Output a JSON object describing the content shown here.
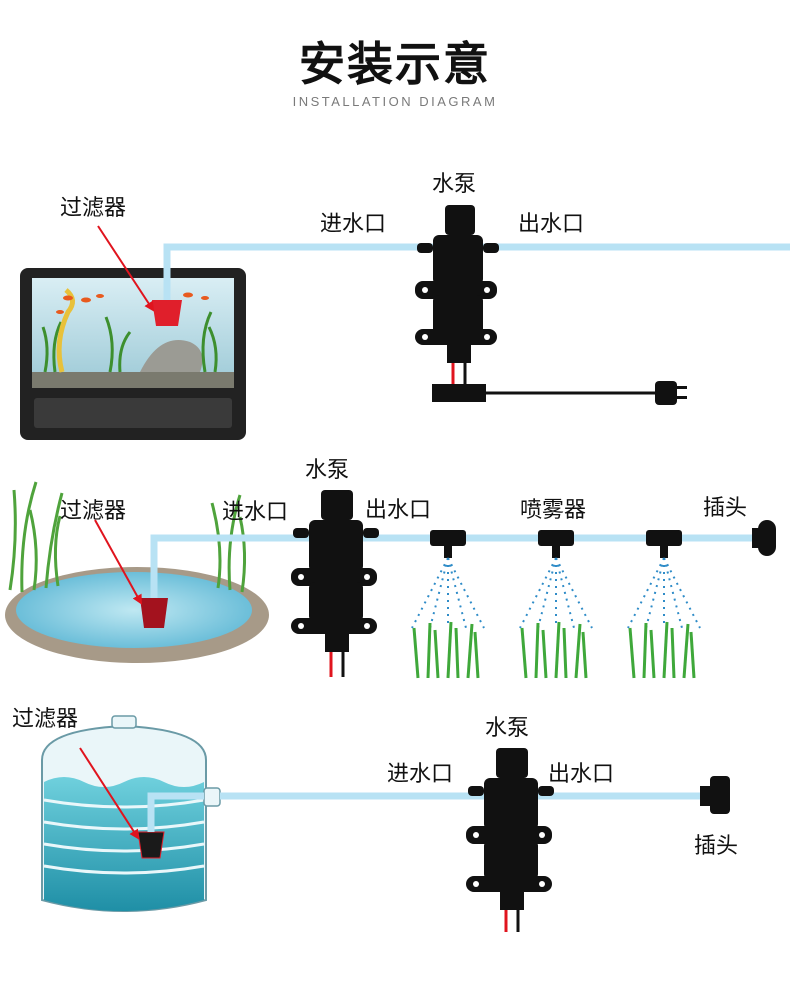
{
  "title": "安装示意",
  "subtitle": "INSTALLATION DIAGRAM",
  "colors": {
    "pipe": "#b8e2f4",
    "filter": "#e01f2b",
    "pump": "#111111",
    "arrow": "#e0141e",
    "spray": "#2f8cc8",
    "grass": "#3fa83a"
  },
  "scene1": {
    "container": "aquarium",
    "filter_label": "过滤器",
    "pump_label": "水泵",
    "inlet_label": "进水口",
    "outlet_label": "出水口"
  },
  "scene2": {
    "container": "pond",
    "filter_label": "过滤器",
    "pump_label": "水泵",
    "inlet_label": "进水口",
    "outlet_label": "出水口",
    "sprayer_label": "喷雾器",
    "plug_label": "插头"
  },
  "scene3": {
    "container": "water-tank",
    "filter_label": "过滤器",
    "pump_label": "水泵",
    "inlet_label": "进水口",
    "outlet_label": "出水口",
    "plug_label": "插头"
  }
}
